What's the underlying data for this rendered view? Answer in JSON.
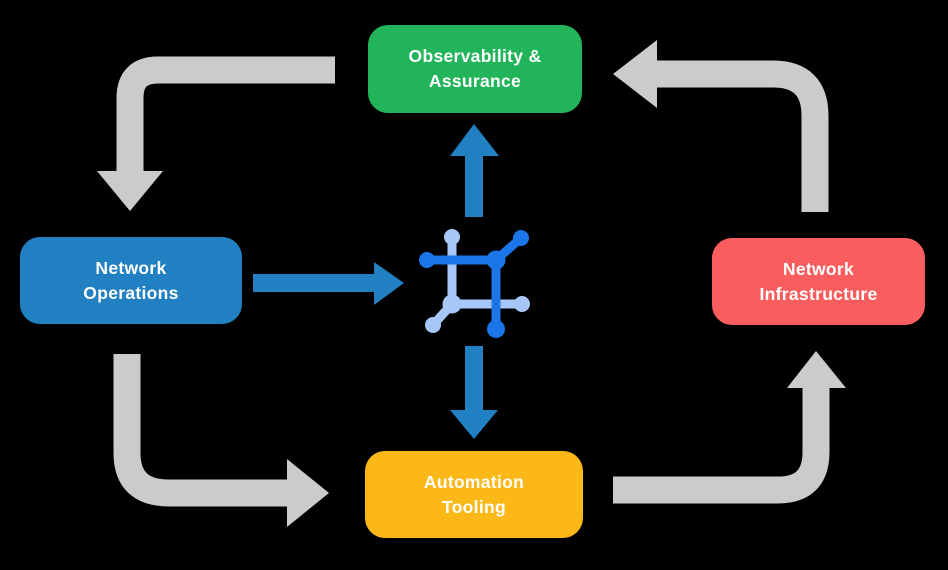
{
  "nodes": {
    "observability": {
      "line1": "Observability &",
      "line2": "Assurance",
      "color": "#22B45B"
    },
    "operations": {
      "line1": "Network",
      "line2": "Operations",
      "color": "#2080C2"
    },
    "infrastructure": {
      "line1": "Network",
      "line2": "Infrastructure",
      "color": "#F95D5E"
    },
    "automation": {
      "line1": "Automation",
      "line2": "Tooling",
      "color": "#FBB817"
    }
  },
  "icon": {
    "name": "network-automation-icon",
    "dark_blue": "#1B76E9",
    "light_blue": "#A7C7F8"
  },
  "arrows": {
    "cycle_color": "#CBCBCB",
    "flow_color": "#2080C2",
    "cycle": [
      "observability-to-operations",
      "operations-to-automation",
      "automation-to-infrastructure",
      "infrastructure-to-observability"
    ],
    "flows": [
      "operations-to-center",
      "center-to-observability",
      "center-to-automation"
    ]
  },
  "background_color": "#000000",
  "text_color": "#FFFFFF"
}
